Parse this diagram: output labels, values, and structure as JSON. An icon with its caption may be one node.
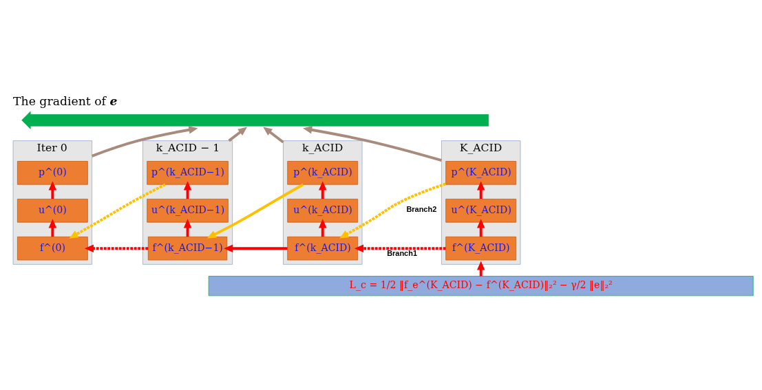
{
  "diagram": {
    "title": "The gradient of **e**",
    "nodes": [
      {
        "text": [],
        "shape": "arrow"
      },
      {
        "text": [
          "Iter 0"
        ]
      },
      {
        "text": [
          "p^(0)"
        ],
        "in": 1
      },
      {
        "text": [
          "u^(0)"
        ],
        "in": 1
      },
      {
        "text": [
          "f^(0)"
        ],
        "in": 1
      },
      {
        "text": [
          "k_ACID − 1"
        ]
      },
      {
        "text": [
          "p^(k_ACID−1)"
        ],
        "in": 5
      },
      {
        "text": [
          "u^(k_ACID−1)"
        ],
        "in": 5
      },
      {
        "text": [
          "f^(k_ACID−1)"
        ],
        "in": 5
      },
      {
        "text": [
          "k_ACID"
        ]
      },
      {
        "text": [
          "p^(k_ACID)"
        ],
        "in": 9
      },
      {
        "text": [
          "u^(k_ACID)"
        ],
        "in": 9
      },
      {
        "text": [
          "f^(k_ACID)"
        ],
        "in": 9
      },
      {
        "text": [
          "K_ACID"
        ]
      },
      {
        "text": [
          "p^(K_ACID)"
        ],
        "in": 13
      },
      {
        "text": [
          "u^(K_ACID)"
        ],
        "in": 13
      },
      {
        "text": [
          "f^(K_ACID)"
        ],
        "in": 13
      },
      {
        "text": [
          "L_c = 1/2 ‖f_e^(K_ACID) − f^(K_ACID)‖₂² − γ/2 ‖e‖₂²"
        ]
      }
    ],
    "edges": [
      {
        "from": 4,
        "to": 3,
        "arrow": "to"
      },
      {
        "from": 3,
        "to": 2,
        "arrow": "to"
      },
      {
        "from": 8,
        "to": 7,
        "arrow": "to"
      },
      {
        "from": 7,
        "to": 6,
        "arrow": "to"
      },
      {
        "from": 12,
        "to": 11,
        "arrow": "to"
      },
      {
        "from": 11,
        "to": 10,
        "arrow": "to"
      },
      {
        "from": 16,
        "to": 15,
        "arrow": "to"
      },
      {
        "from": 15,
        "to": 14,
        "arrow": "to"
      },
      {
        "from": 16,
        "to": 12,
        "arrow": "to",
        "style": "dashed",
        "label": "Branch1"
      },
      {
        "from": 12,
        "to": 8,
        "arrow": "to"
      },
      {
        "from": 8,
        "to": 4,
        "arrow": "to",
        "style": "dashed"
      },
      {
        "from": 14,
        "to": 12,
        "arrow": "to",
        "style": "dashed",
        "color": "#ffc000",
        "label": "Branch2"
      },
      {
        "from": 10,
        "to": 8,
        "arrow": "to",
        "color": "#ffc000"
      },
      {
        "from": 6,
        "to": 4,
        "arrow": "to",
        "style": "dashed",
        "color": "#ffc000"
      },
      {
        "from": 1,
        "to": 0,
        "arrow": "to",
        "color": "#a78b7d"
      },
      {
        "from": 5,
        "to": 0,
        "arrow": "to",
        "color": "#a78b7d"
      },
      {
        "from": 9,
        "to": 0,
        "arrow": "to",
        "color": "#a78b7d"
      },
      {
        "from": 13,
        "to": 0,
        "arrow": "to",
        "color": "#a78b7d"
      },
      {
        "from": 17,
        "to": 13,
        "arrow": "to"
      }
    ]
  }
}
